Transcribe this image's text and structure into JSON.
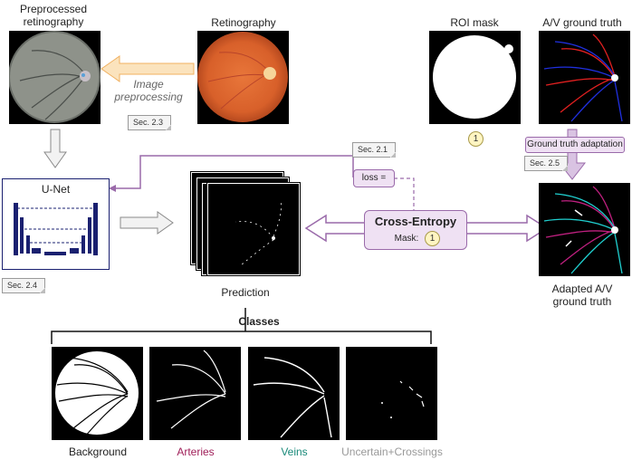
{
  "labels": {
    "preprocessed": "Preprocessed\nretinography",
    "retinography": "Retinography",
    "roi_mask": "ROI mask",
    "av_gt": "A/V ground truth",
    "image_preprocessing": "Image\npreprocessing",
    "gt_adaptation": "Ground truth adaptation",
    "unet": "U-Net",
    "prediction": "Prediction",
    "loss": "loss =",
    "cross_entropy": "Cross-Entropy",
    "mask": "Mask:",
    "adapted_gt": "Adapted A/V\nground truth",
    "classes": "Classes",
    "background": "Background",
    "arteries": "Arteries",
    "veins": "Veins",
    "uncertain": "Uncertain+Crossings"
  },
  "sections": {
    "s23": "Sec. 2.3",
    "s21": "Sec. 2.1",
    "s25": "Sec. 2.5",
    "s24": "Sec. 2.4"
  },
  "badge_value": "1",
  "colors": {
    "arteries": "#a0205a",
    "veins": "#1a8a7a",
    "uncertain": "#999999",
    "purple": "#9a6aaa",
    "orange_arrow": "#f5c07a",
    "navy": "#1a2070"
  }
}
